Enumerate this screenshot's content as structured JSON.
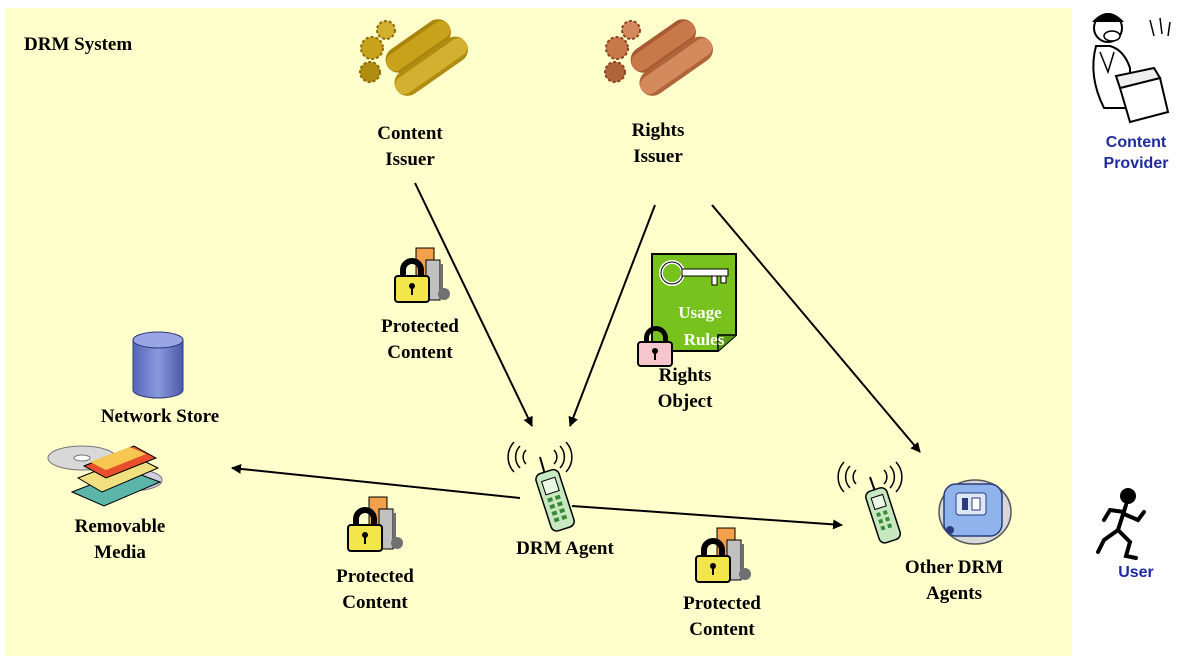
{
  "diagram": {
    "system_title": "DRM System",
    "content_issuer": [
      "Content",
      "Issuer"
    ],
    "rights_issuer": [
      "Rights",
      "Issuer"
    ],
    "protected_content_top": [
      "Protected",
      "Content"
    ],
    "usage_rules": [
      "Usage",
      "Rules"
    ],
    "rights_object": [
      "Rights",
      "Object"
    ],
    "network_store": "Network Store",
    "removable_media": [
      "Removable",
      "Media"
    ],
    "drm_agent": "DRM Agent",
    "protected_content_left": [
      "Protected",
      "Content"
    ],
    "protected_content_right": [
      "Protected",
      "Content"
    ],
    "other_drm_agents": [
      "Other DRM",
      "Agents"
    ],
    "content_provider": [
      "Content",
      "Provider"
    ],
    "user": "User"
  },
  "colors": {
    "panel_background": "#ffffcc",
    "side_label": "#1f2aa0",
    "content_issuer_gears": "#c8a21a",
    "rights_issuer_gears": "#c9784a",
    "usage_rules_paper": "#77c21c",
    "database": "#6f7fc8",
    "lock": "#f2e64a"
  },
  "icons": {
    "content_issuer": "gears-icon",
    "rights_issuer": "gears-icon",
    "protected_content": "locked-media-icon",
    "rights_object": "key-document-icon",
    "network_store": "database-icon",
    "removable_media": "disks-icon",
    "drm_agent": "mobile-phone-icon",
    "other_drm_agents": "devices-icon",
    "content_provider": "vendor-person-icon",
    "user": "running-person-icon"
  }
}
